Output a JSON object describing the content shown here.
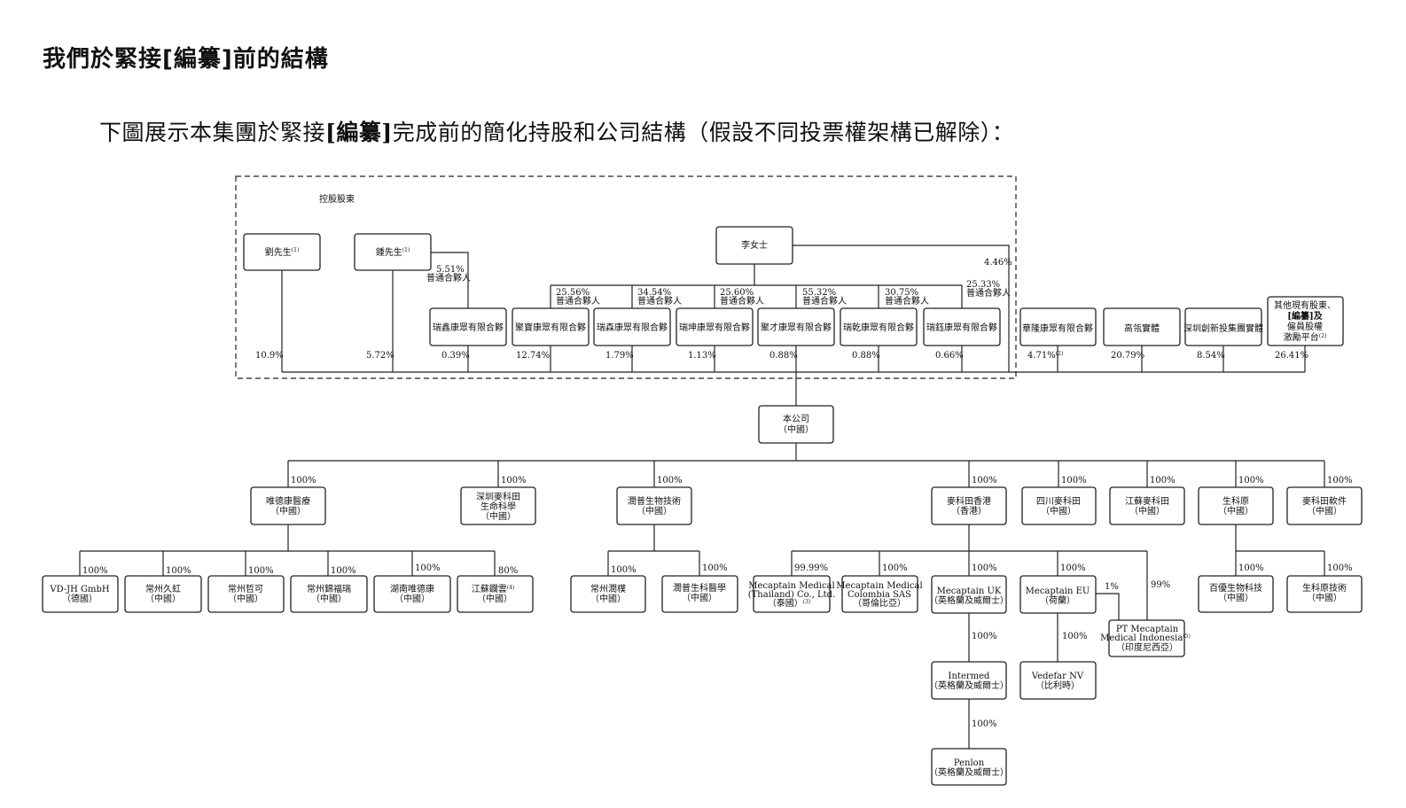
{
  "heading": "我們於緊接[編纂]前的結構",
  "intro": {
    "before": "下圖展示本集團於緊接",
    "bold": "[編纂]",
    "after": "完成前的簡化持股和公司結構（假設不同投票權架構已解除）："
  },
  "group_label": "控股股東",
  "persons": {
    "liu": "劉先生",
    "liu_note": "(1)",
    "zhong": "鍾先生",
    "zhong_note": "(1)",
    "li": "李女士"
  },
  "partnerships": [
    "瑞鑫康眾有限合夥",
    "聚寶康眾有限合夥",
    "瑞森康眾有限合夥",
    "瑞坤康眾有限合夥",
    "聚才康眾有限合夥",
    "瑞乾康眾有限合夥",
    "瑞鈺康眾有限合夥"
  ],
  "gp_labels": [
    [
      "5.51%",
      "普通合夥人"
    ],
    [
      "25.56%",
      "普通合夥人"
    ],
    [
      "34.54%",
      "普通合夥人"
    ],
    [
      "25.60%",
      "普通合夥人"
    ],
    [
      "55.32%",
      "普通合夥人"
    ],
    [
      "30.75%",
      "普通合夥人"
    ],
    [
      "25.33%",
      "普通合夥人"
    ]
  ],
  "li_direct": "4.46%",
  "other_holders": [
    "華隆康眾有限合夥",
    "高瓴實體",
    "深圳創新投集團實體",
    "其他現有股東、",
    "[編纂]及",
    "僱員股權",
    "激勵平台",
    "(2)"
  ],
  "holdings": [
    "10.9%",
    "5.72%",
    "0.39%",
    "12.74%",
    "1.79%",
    "1.13%",
    "0.88%",
    "0.88%",
    "0.66%",
    "4.71%",
    "(2)",
    "20.79%",
    "8.54%",
    "26.41%"
  ],
  "company": [
    "本公司",
    "（中國）"
  ],
  "subsidiaries": [
    {
      "name": [
        "唯德康醫療",
        "（中國）"
      ],
      "pct": "100%"
    },
    {
      "name": [
        "深圳麥科田",
        "生命科學",
        "（中國）"
      ],
      "pct": "100%"
    },
    {
      "name": [
        "潤普生物技術",
        "（中國）"
      ],
      "pct": "100%"
    },
    {
      "name": [
        "麥科田香港",
        "（香港）"
      ],
      "pct": "100%"
    },
    {
      "name": [
        "四川麥科田",
        "（中國）"
      ],
      "pct": "100%"
    },
    {
      "name": [
        "江蘇麥科田",
        "（中國）"
      ],
      "pct": "100%"
    },
    {
      "name": [
        "生科原",
        "（中國）"
      ],
      "pct": "100%"
    },
    {
      "name": [
        "麥科田軟件",
        "（中國）"
      ],
      "pct": "100%"
    }
  ],
  "wdk_subs": [
    {
      "name": [
        "VD-JH GmbH",
        "（德國）"
      ],
      "pct": "100%"
    },
    {
      "name": [
        "常州久虹",
        "（中國）"
      ],
      "pct": "100%"
    },
    {
      "name": [
        "常州哲可",
        "（中國）"
      ],
      "pct": "100%"
    },
    {
      "name": [
        "常州錦福瑞",
        "（中國）"
      ],
      "pct": "100%"
    },
    {
      "name": [
        "湖南唯德康",
        "（中國）"
      ],
      "pct": "100%"
    },
    {
      "name": [
        "江蘇鑭雲",
        "（中國）"
      ],
      "note": "(4)",
      "pct": "80%"
    }
  ],
  "rp_subs": [
    {
      "name": [
        "常州潤樸",
        "（中國）"
      ],
      "pct": "100%"
    },
    {
      "name": [
        "潤普生科醫學",
        "（中國）"
      ],
      "pct": "100%"
    }
  ],
  "hk_subs": [
    {
      "name": [
        "Mecaptain Medical",
        "(Thailand) Co., Ltd.",
        "（泰國）"
      ],
      "note": "(3)",
      "pct": "99.99%"
    },
    {
      "name": [
        "Mecaptain Medical",
        "Colombia SAS",
        "（哥倫比亞）"
      ],
      "pct": "100%"
    },
    {
      "name": [
        "Mecaptain UK",
        "（英格蘭及威爾士）"
      ],
      "pct": "100%"
    },
    {
      "name": [
        "Mecaptain EU",
        "（荷蘭）"
      ],
      "pct": "100%"
    }
  ],
  "pt": {
    "name": [
      "PT Mecaptain",
      "Medical Indonesia",
      "（印度尼西亞）"
    ],
    "note": "(5)",
    "pct_eu": "1%",
    "pct_hk": "99%"
  },
  "intermed": {
    "name": [
      "Intermed",
      "（英格蘭及威爾士）"
    ],
    "pct": "100%"
  },
  "vedefar": {
    "name": [
      "Vedefar NV",
      "（比利時）"
    ],
    "pct": "100%"
  },
  "penlon": {
    "name": [
      "Penlon",
      "（英格蘭及威爾士）"
    ],
    "pct": "100%"
  },
  "sky_subs": [
    {
      "name": [
        "百優生物科技",
        "（中國）"
      ],
      "pct": "100%"
    },
    {
      "name": [
        "生科原技術",
        "（中國）"
      ],
      "pct": "100%"
    }
  ]
}
